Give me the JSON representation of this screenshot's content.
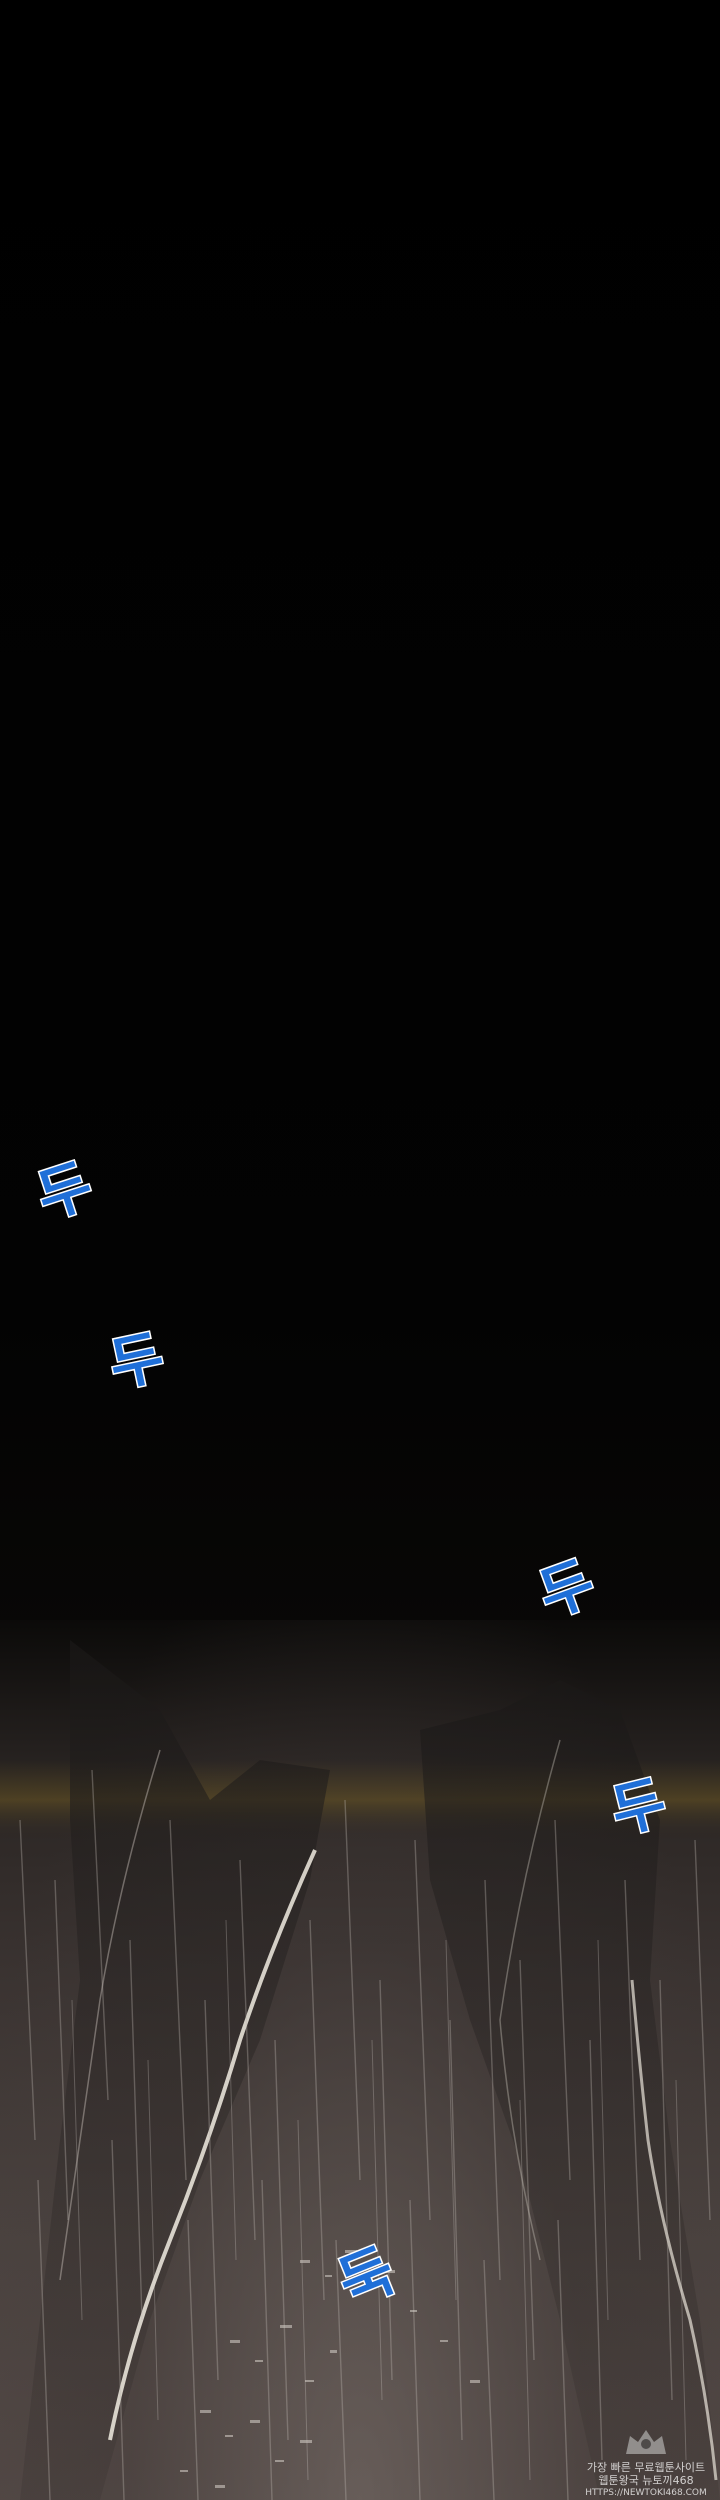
{
  "sound_effects": [
    {
      "text": "두",
      "color": "#1f6fd8",
      "rotation_deg": -18
    },
    {
      "text": "두",
      "color": "#1f6fd8",
      "rotation_deg": -12
    },
    {
      "text": "두",
      "color": "#1f6fd8",
      "rotation_deg": -20
    },
    {
      "text": "두",
      "color": "#1f6fd8",
      "rotation_deg": -14
    },
    {
      "text": "둑",
      "color": "#1f6fd8",
      "rotation_deg": -22
    }
  ],
  "watermark": {
    "lines": [
      "가장 빠른 무료웹툰사이트",
      "웹툰왕국 뉴토끼468",
      "HTTPS://NEWTOKI468.COM"
    ]
  }
}
